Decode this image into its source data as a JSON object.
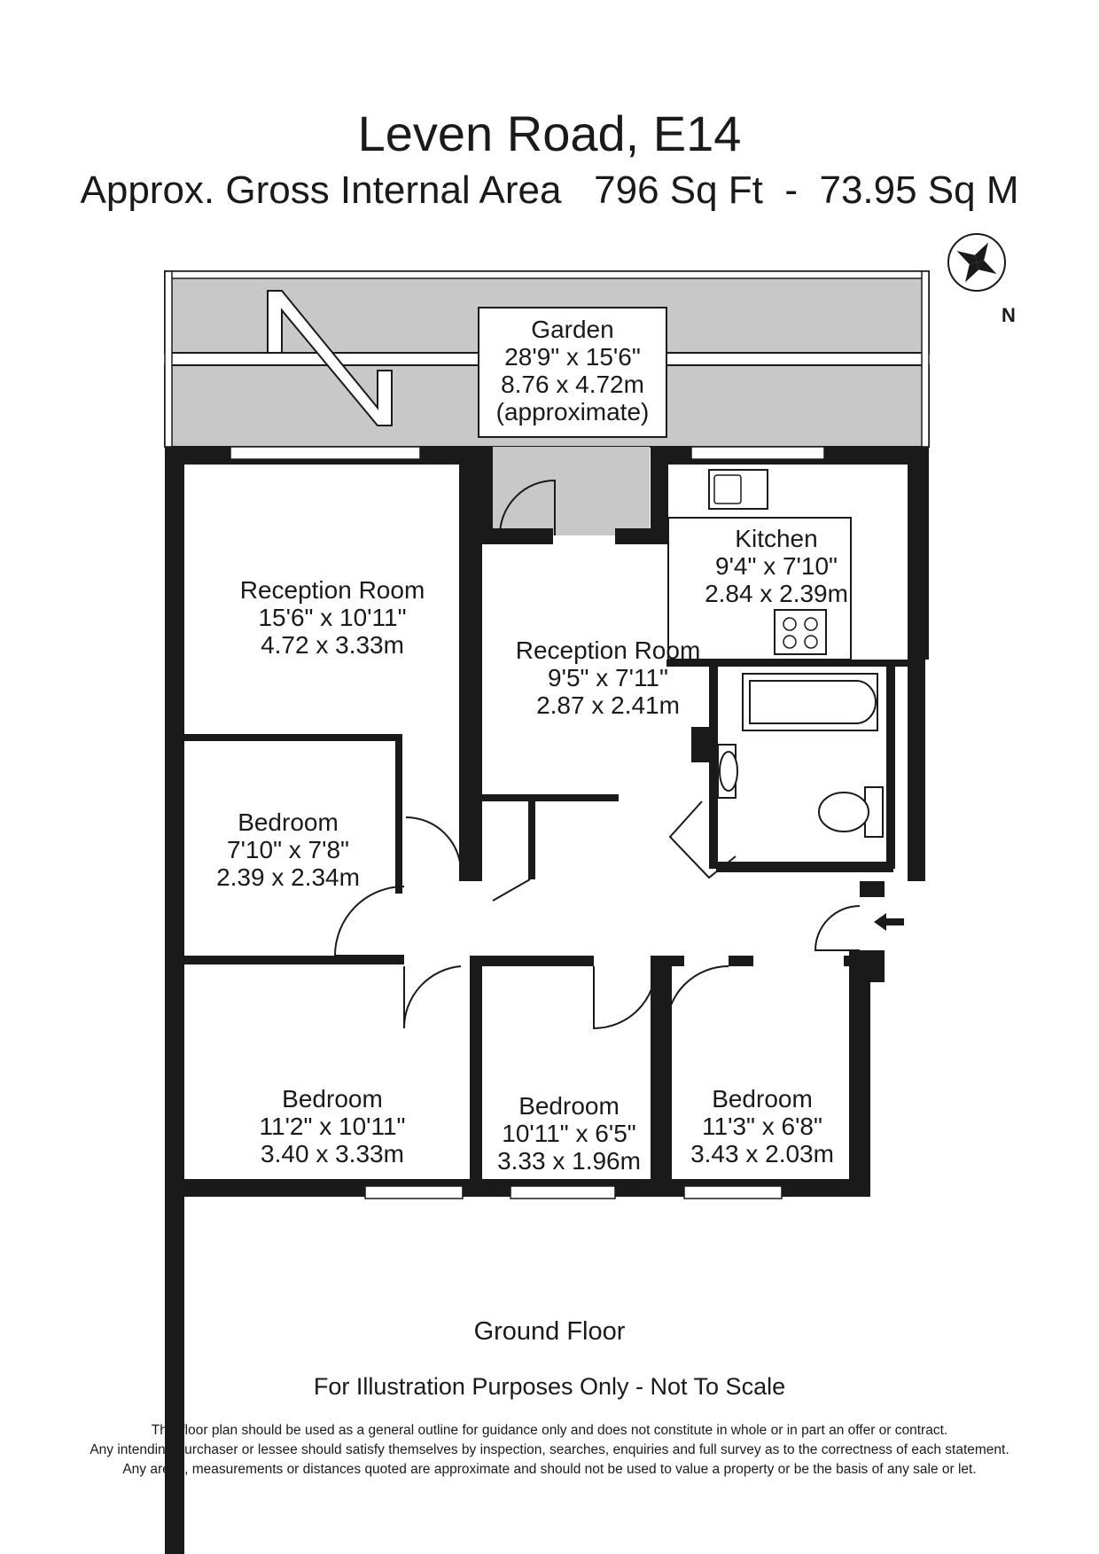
{
  "header": {
    "title": "Leven Road, E14",
    "area_label": "Approx. Gross Internal Area",
    "area_sqft": "796 Sq Ft",
    "separator": "-",
    "area_sqm": "73.95 Sq M"
  },
  "compass": {
    "label": "N"
  },
  "garden": {
    "name": "Garden",
    "imperial": "28'9\" x 15'6\"",
    "metric": "8.76 x 4.72m",
    "note": "(approximate)"
  },
  "rooms": [
    {
      "id": "reception-1",
      "name": "Reception Room",
      "imperial": "15'6\" x 10'11\"",
      "metric": "4.72 x 3.33m"
    },
    {
      "id": "reception-2",
      "name": "Reception Room",
      "imperial": "9'5\" x 7'11\"",
      "metric": "2.87 x 2.41m"
    },
    {
      "id": "kitchen",
      "name": "Kitchen",
      "imperial": "9'4\" x 7'10\"",
      "metric": "2.84 x 2.39m"
    },
    {
      "id": "bedroom-1",
      "name": "Bedroom",
      "imperial": "7'10\" x 7'8\"",
      "metric": "2.39 x 2.34m"
    },
    {
      "id": "bedroom-2",
      "name": "Bedroom",
      "imperial": "11'2\" x 10'11\"",
      "metric": "3.40 x 3.33m"
    },
    {
      "id": "bedroom-3",
      "name": "Bedroom",
      "imperial": "10'11\" x 6'5\"",
      "metric": "3.33 x 1.96m"
    },
    {
      "id": "bedroom-4",
      "name": "Bedroom",
      "imperial": "11'3\" x 6'8\"",
      "metric": "3.43 x 2.03m"
    }
  ],
  "floor_label": "Ground Floor",
  "illustration_note": "For Illustration Purposes Only - Not To Scale",
  "disclaimer": [
    "This floor plan should be used as a general outline for guidance only and does not constitute in whole or in part an offer or contract.",
    "Any intending purchaser or lessee should satisfy themselves by inspection, searches, enquiries and full survey as to the correctness of each statement.",
    "Any areas, measurements or distances quoted are approximate and should not be used to value a property or be the basis of any sale or let."
  ],
  "colors": {
    "wall": "#1a1a1a",
    "garden": "#c8c8c8",
    "background": "#ffffff"
  }
}
